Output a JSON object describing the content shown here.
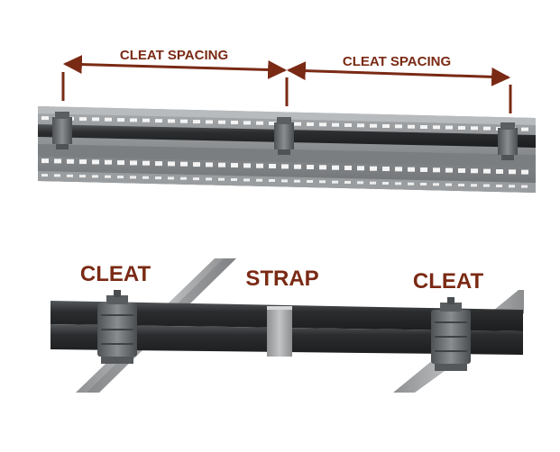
{
  "top_panel": {
    "spacing_label_left": "CLEAT SPACING",
    "spacing_label_right": "CLEAT SPACING"
  },
  "bottom_panel": {
    "label_cleat_left": "CLEAT",
    "label_strap": "STRAP",
    "label_cleat_right": "CLEAT"
  },
  "colors": {
    "label": "#7a2a14",
    "arrow": "#7a2a14",
    "cable": "#2f3133",
    "tray": "#8a8d90",
    "cleat": "#6d7074",
    "strap": "#a3a5a7"
  }
}
